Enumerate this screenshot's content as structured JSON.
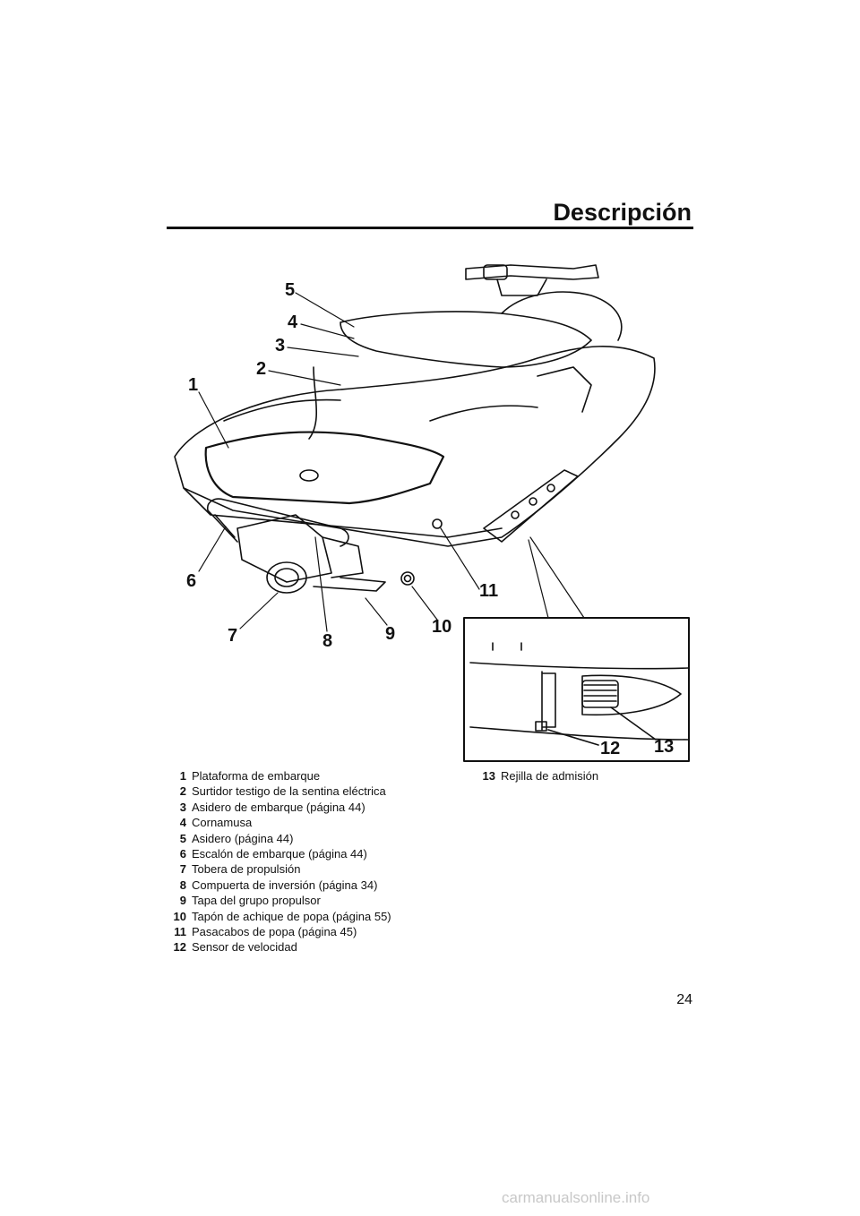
{
  "header": {
    "title": "Descripción"
  },
  "figure": {
    "callouts": [
      "1",
      "2",
      "3",
      "4",
      "5",
      "6",
      "7",
      "8",
      "9",
      "10",
      "11",
      "12",
      "13"
    ]
  },
  "legend": [
    {
      "num": "1",
      "text": "Plataforma de embarque"
    },
    {
      "num": "2",
      "text": "Surtidor testigo de la sentina eléctrica"
    },
    {
      "num": "3",
      "text": "Asidero de embarque (página 44)"
    },
    {
      "num": "4",
      "text": "Cornamusa"
    },
    {
      "num": "5",
      "text": "Asidero (página 44)"
    },
    {
      "num": "6",
      "text": "Escalón de embarque (página 44)"
    },
    {
      "num": "7",
      "text": "Tobera de propulsión"
    },
    {
      "num": "8",
      "text": "Compuerta de inversión (página 34)"
    },
    {
      "num": "9",
      "text": "Tapa del grupo propulsor"
    },
    {
      "num": "10",
      "text": "Tapón de achique de popa (página 55)"
    },
    {
      "num": "11",
      "text": "Pasacabos de popa (página 45)"
    },
    {
      "num": "12",
      "text": "Sensor de velocidad"
    },
    {
      "num": "13",
      "text": "Rejilla de admisión"
    }
  ],
  "footer": {
    "page_number": "24",
    "watermark": "carmanualsonline.info"
  }
}
